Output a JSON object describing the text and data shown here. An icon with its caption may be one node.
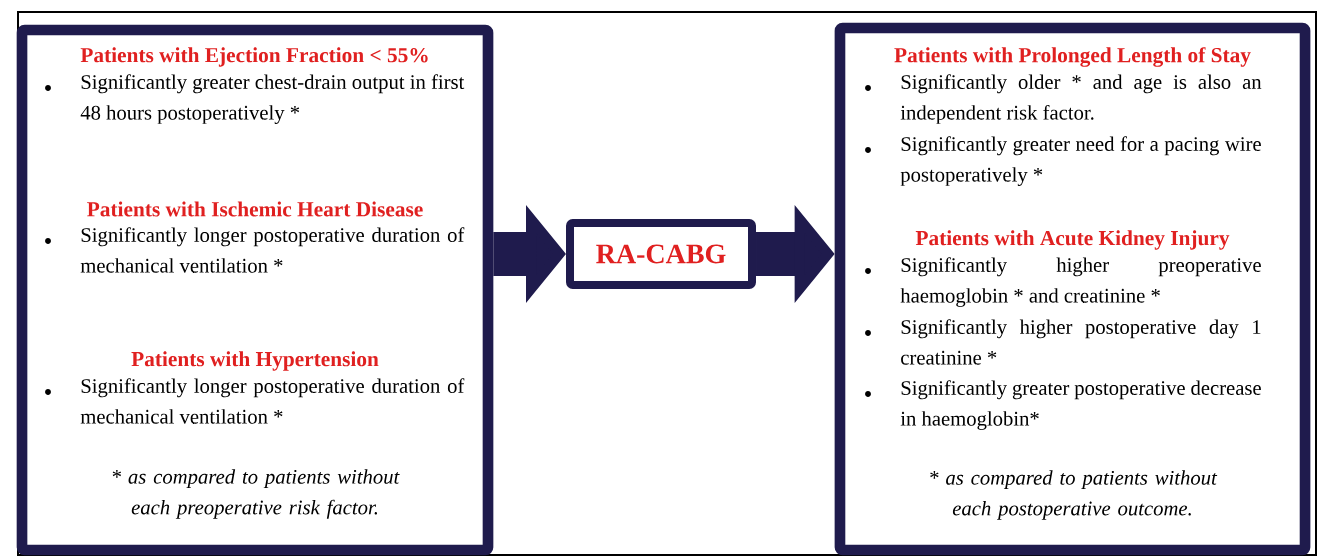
{
  "diagram": {
    "nodes": [
      {
        "text": [
          "Patients with Ejection Fraction < 55%",
          "Significantly greater chest-drain output in first 48 hours postoperatively *",
          "Patients with Ischemic Heart Disease",
          "Significantly longer postoperative duration of mechanical ventilation *",
          "Patients with Hypertension",
          "Significantly longer postoperative duration of mechanical ventilation *",
          "* as compared to patients without each preoperative risk factor."
        ]
      },
      {
        "text": [
          "RA-CABG"
        ]
      },
      {
        "text": [
          "Patients with Prolonged Length of Stay",
          "Significantly older * and age is also an independent risk factor.",
          "Significantly greater need for a pacing wire postoperatively *",
          "Patients with Acute Kidney Injury",
          "Significantly higher preoperative haemoglobin * and creatinine *",
          "Significantly higher postoperative day 1 creatinine *",
          "Significantly greater postoperative decrease in haemoglobin*",
          "* as compared to patients without each postoperative outcome."
        ]
      }
    ],
    "edges": [
      {
        "from": 0,
        "to": 1,
        "arrow": "to"
      },
      {
        "from": 1,
        "to": 2,
        "arrow": "to"
      }
    ]
  }
}
